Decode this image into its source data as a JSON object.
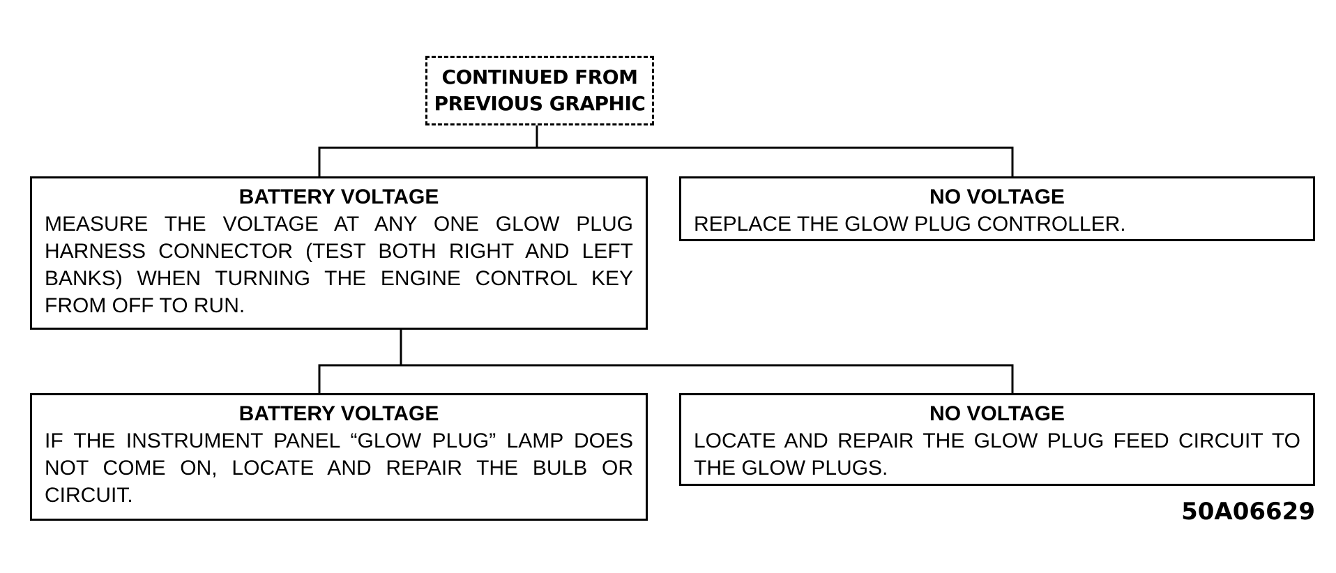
{
  "start": {
    "line1": "CONTINUED FROM",
    "line2": "PREVIOUS GRAPHIC"
  },
  "nodes": [
    {
      "title": "BATTERY VOLTAGE",
      "text": "MEASURE THE VOLTAGE AT ANY ONE GLOW PLUG HARNESS CONNECTOR (TEST BOTH RIGHT AND LEFT BANKS) WHEN TURNING THE ENGINE CONTROL KEY FROM OFF TO RUN."
    },
    {
      "title": "NO VOLTAGE",
      "text": "REPLACE THE GLOW PLUG CONTROLLER."
    },
    {
      "title": "BATTERY VOLTAGE",
      "text": "IF THE INSTRUMENT PANEL “GLOW PLUG” LAMP DOES NOT COME ON, LOCATE AND REPAIR THE BULB OR CIRCUIT."
    },
    {
      "title": "NO VOLTAGE",
      "text": "LOCATE AND REPAIR THE GLOW PLUG FEED CIRCUIT TO THE GLOW PLUGS."
    }
  ],
  "figure_id": "50A06629"
}
